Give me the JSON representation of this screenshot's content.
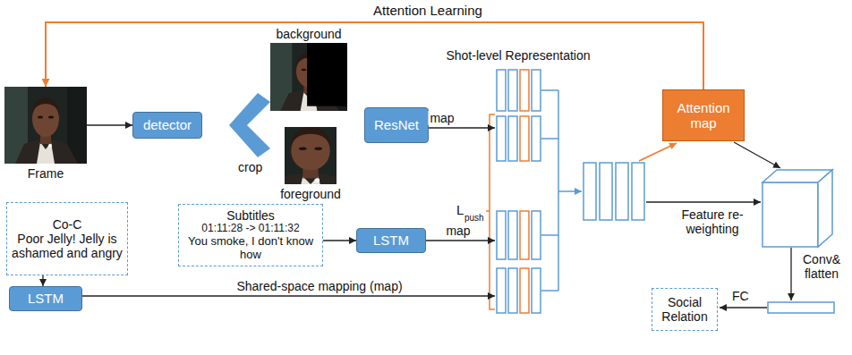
{
  "diagram": {
    "nodes": [
      {
        "text": [
          "Frame"
        ]
      },
      {
        "text": [
          "detector"
        ]
      },
      {
        "text": [
          "background"
        ]
      },
      {
        "text": [
          "foreground"
        ]
      },
      {
        "text": [
          "ResNet"
        ]
      },
      {
        "text": [
          "Shot-level Representation"
        ]
      },
      {
        "text": [
          "Attention map"
        ]
      },
      {
        "text": [
          "Co-C",
          "Poor Jelly! Jelly is ashamed and angry"
        ]
      },
      {
        "text": [
          "Subtitles",
          "01:11:28 -> 01:11:32",
          "You smoke, I don't know how"
        ]
      },
      {
        "text": [
          "LSTM"
        ]
      },
      {
        "text": [
          "LSTM"
        ]
      },
      {
        "text": [
          "Social Relation"
        ]
      }
    ],
    "edges": [
      {
        "from": 0,
        "to": 1,
        "arrow": "to"
      },
      {
        "from": 6,
        "to": 0,
        "label": "Attention Learning",
        "arrow": "to"
      },
      {
        "from": 4,
        "to": 5,
        "label": "map",
        "arrow": "to"
      },
      {
        "from": 7,
        "to": 10,
        "arrow": "to"
      },
      {
        "from": 8,
        "to": 9,
        "arrow": "to"
      },
      {
        "from": 9,
        "to": 5,
        "label": "map",
        "arrow": "to"
      },
      {
        "from": 10,
        "to": 5,
        "label": "Shared-space mapping (map)",
        "arrow": "to"
      }
    ],
    "labels": [
      "crop",
      "L",
      "push",
      "Feature re-weighting",
      "Conv& flatten",
      "FC"
    ]
  }
}
